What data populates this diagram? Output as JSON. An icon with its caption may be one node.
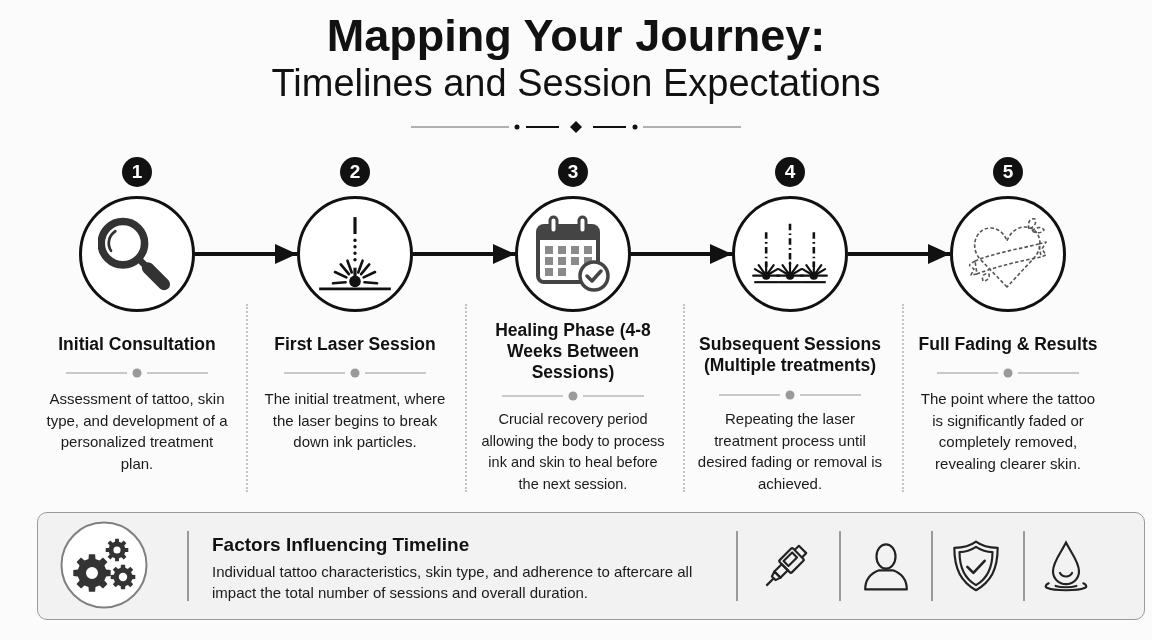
{
  "diagram": {
    "title": "**Mapping Your Journey:** Timelines and Session Expectations",
    "nodes": [
      {
        "text": [
          "Initial Consultation",
          "Assessment of tattoo, skin type, and development of a personalized treatment plan."
        ],
        "beside": [
          "1"
        ]
      },
      {
        "text": [
          "First Laser Session",
          "The initial treatment, where the laser begins to break down ink particles."
        ],
        "beside": [
          "2"
        ]
      },
      {
        "text": [
          "Healing Phase (4-8 Weeks Between Sessions)",
          "Crucial recovery period allowing the body to process ink and skin to heal before the next session."
        ],
        "beside": [
          "3"
        ]
      },
      {
        "text": [
          "Subsequent Sessions (Multiple treatments)",
          "Repeating the laser treatment process until desired fading or removal is achieved."
        ],
        "beside": [
          "4"
        ]
      },
      {
        "text": [
          "Full Fading & Results",
          "The point where the tattoo is significantly faded or completely removed, revealing clearer skin."
        ],
        "beside": [
          "5"
        ]
      },
      {
        "text": [
          "Factors Influencing Timeline",
          "Individual tattoo characteristics, skin type, and adherence to aftercare all impact the total number of sessions and overall duration."
        ]
      }
    ],
    "edges": [
      {
        "from": 0,
        "to": 1,
        "arrow": "to"
      },
      {
        "from": 1,
        "to": 2,
        "arrow": "to"
      },
      {
        "from": 2,
        "to": 3,
        "arrow": "to"
      },
      {
        "from": 3,
        "to": 4,
        "arrow": "to"
      }
    ]
  }
}
